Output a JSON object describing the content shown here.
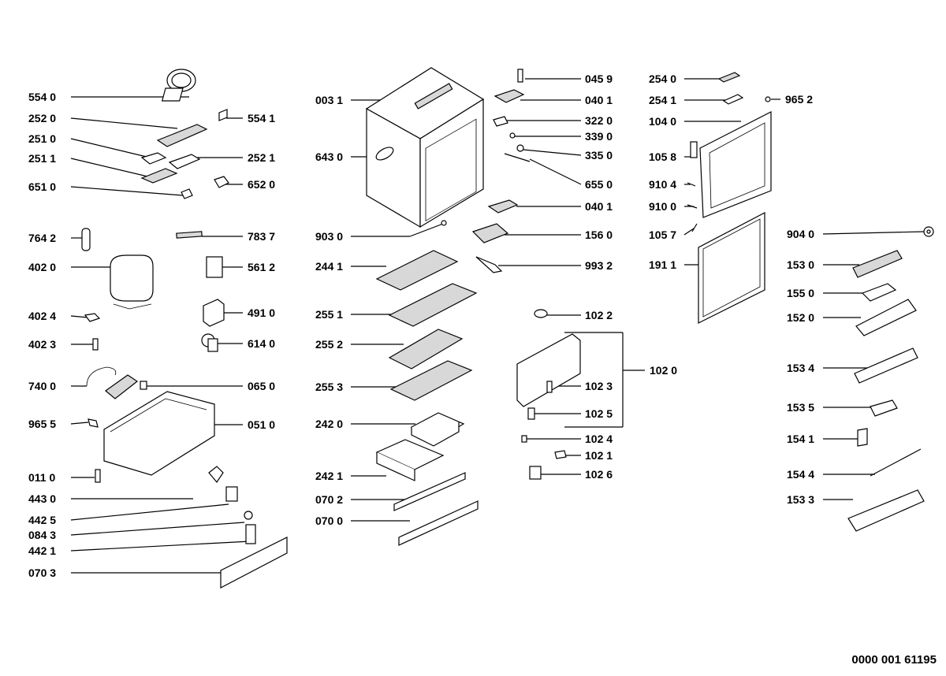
{
  "labels": {
    "l5540": "554 0",
    "l2520": "252 0",
    "l2510": "251 0",
    "l2511": "251 1",
    "l6510": "651 0",
    "l5541": "554 1",
    "l2521": "252 1",
    "l6520": "652 0",
    "l7642": "764 2",
    "l4020": "402 0",
    "l4024": "402 4",
    "l4023": "402 3",
    "l7400": "740 0",
    "l9655": "965 5",
    "l0110": "011 0",
    "l4430": "443 0",
    "l4425": "442 5",
    "l0843": "084 3",
    "l4421": "442 1",
    "l0703": "070 3",
    "l7837": "783 7",
    "l5612": "561 2",
    "l4910": "491 0",
    "l6140": "614 0",
    "l0650": "065 0",
    "l0510": "051 0",
    "l0031": "003 1",
    "l6430": "643 0",
    "l9030": "903 0",
    "l2441": "244 1",
    "l2551": "255 1",
    "l2552": "255 2",
    "l2553": "255 3",
    "l2420": "242 0",
    "l2421": "242 1",
    "l0702": "070 2",
    "l0700": "070 0",
    "l0459": "045 9",
    "l0401": "040 1",
    "l3220": "322 0",
    "l3390": "339 0",
    "l3350": "335 0",
    "l6550": "655 0",
    "l0401b": "040 1",
    "l1560": "156 0",
    "l9932": "993 2",
    "l1022": "102 2",
    "l1023": "102 3",
    "l1020": "102 0",
    "l1025": "102 5",
    "l1024": "102 4",
    "l1021": "102 1",
    "l1026": "102 6",
    "l2540": "254 0",
    "l2541": "254 1",
    "l9652": "965 2",
    "l1040": "104 0",
    "l1058": "105 8",
    "l9104": "910 4",
    "l9100": "910 0",
    "l1057": "105 7",
    "l1911": "191 1",
    "l9040": "904 0",
    "l1530": "153 0",
    "l1550": "155 0",
    "l1520": "152 0",
    "l1534": "153 4",
    "l1535": "153 5",
    "l1541": "154 1",
    "l1544": "154 4",
    "l1533": "153 3"
  },
  "document_number": "0000 001 61195"
}
